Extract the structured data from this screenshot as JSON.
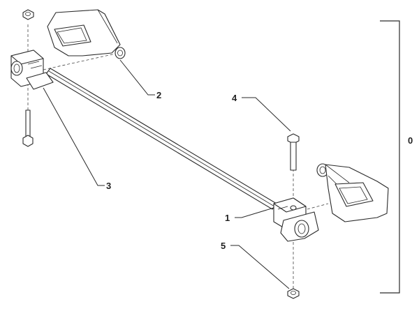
{
  "callouts": [
    {
      "id": "0",
      "label": "0"
    },
    {
      "id": "1",
      "label": "1"
    },
    {
      "id": "2",
      "label": "2"
    },
    {
      "id": "3",
      "label": "3"
    },
    {
      "id": "4",
      "label": "4"
    },
    {
      "id": "5",
      "label": "5"
    }
  ],
  "colors": {
    "line": "#2a2a2a",
    "background": "#ffffff"
  }
}
